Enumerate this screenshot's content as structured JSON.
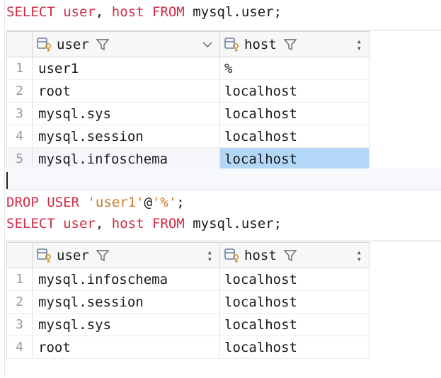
{
  "editor": {
    "query1": {
      "kw_select": "SELECT",
      "col_user": "user",
      "comma": ",",
      "col_host": "host",
      "kw_from": "FROM",
      "table": "mysql.user",
      "semi": ";"
    },
    "query2_drop": {
      "kw_drop": "DROP",
      "kw_user": "USER",
      "user_str": "'user1'",
      "at": "@",
      "host_str": "'%'",
      "semi": ";"
    },
    "query2_select": {
      "kw_select": "SELECT",
      "col_user": "user",
      "comma": ",",
      "col_host": "host",
      "kw_from": "FROM",
      "table": "mysql.user",
      "semi": ";"
    }
  },
  "result1": {
    "columns": [
      "user",
      "host"
    ],
    "rows": [
      {
        "n": "1",
        "user": "user1",
        "host": "%"
      },
      {
        "n": "2",
        "user": "root",
        "host": "localhost"
      },
      {
        "n": "3",
        "user": "mysql.sys",
        "host": "localhost"
      },
      {
        "n": "4",
        "user": "mysql.session",
        "host": "localhost"
      },
      {
        "n": "5",
        "user": "mysql.infoschema",
        "host": "localhost"
      }
    ]
  },
  "result2": {
    "columns": [
      "user",
      "host"
    ],
    "rows": [
      {
        "n": "1",
        "user": "mysql.infoschema",
        "host": "localhost"
      },
      {
        "n": "2",
        "user": "mysql.session",
        "host": "localhost"
      },
      {
        "n": "3",
        "user": "mysql.sys",
        "host": "localhost"
      },
      {
        "n": "4",
        "user": "root",
        "host": "localhost"
      }
    ]
  },
  "colors": {
    "keyword": "#d12c47",
    "string": "#cc7a22",
    "selection": "#b3d7f7"
  }
}
